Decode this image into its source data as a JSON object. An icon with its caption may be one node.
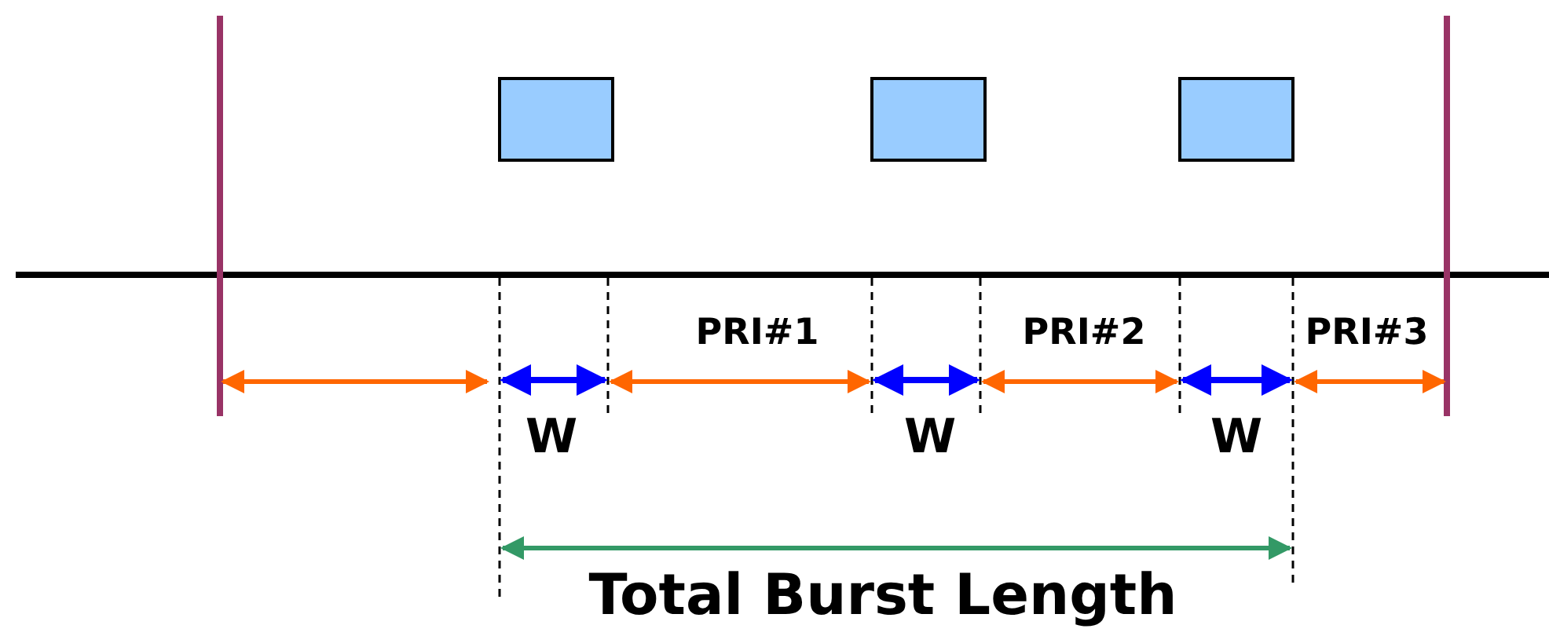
{
  "diagram": {
    "nodes": [
      {
        "text": [],
        "shape": "box"
      },
      {
        "text": [],
        "shape": "box"
      },
      {
        "text": [],
        "shape": "box"
      }
    ],
    "labels": [
      "PRI#1",
      "PRI#2",
      "PRI#3",
      "W",
      "W",
      "W",
      "Total Burst Length"
    ]
  }
}
